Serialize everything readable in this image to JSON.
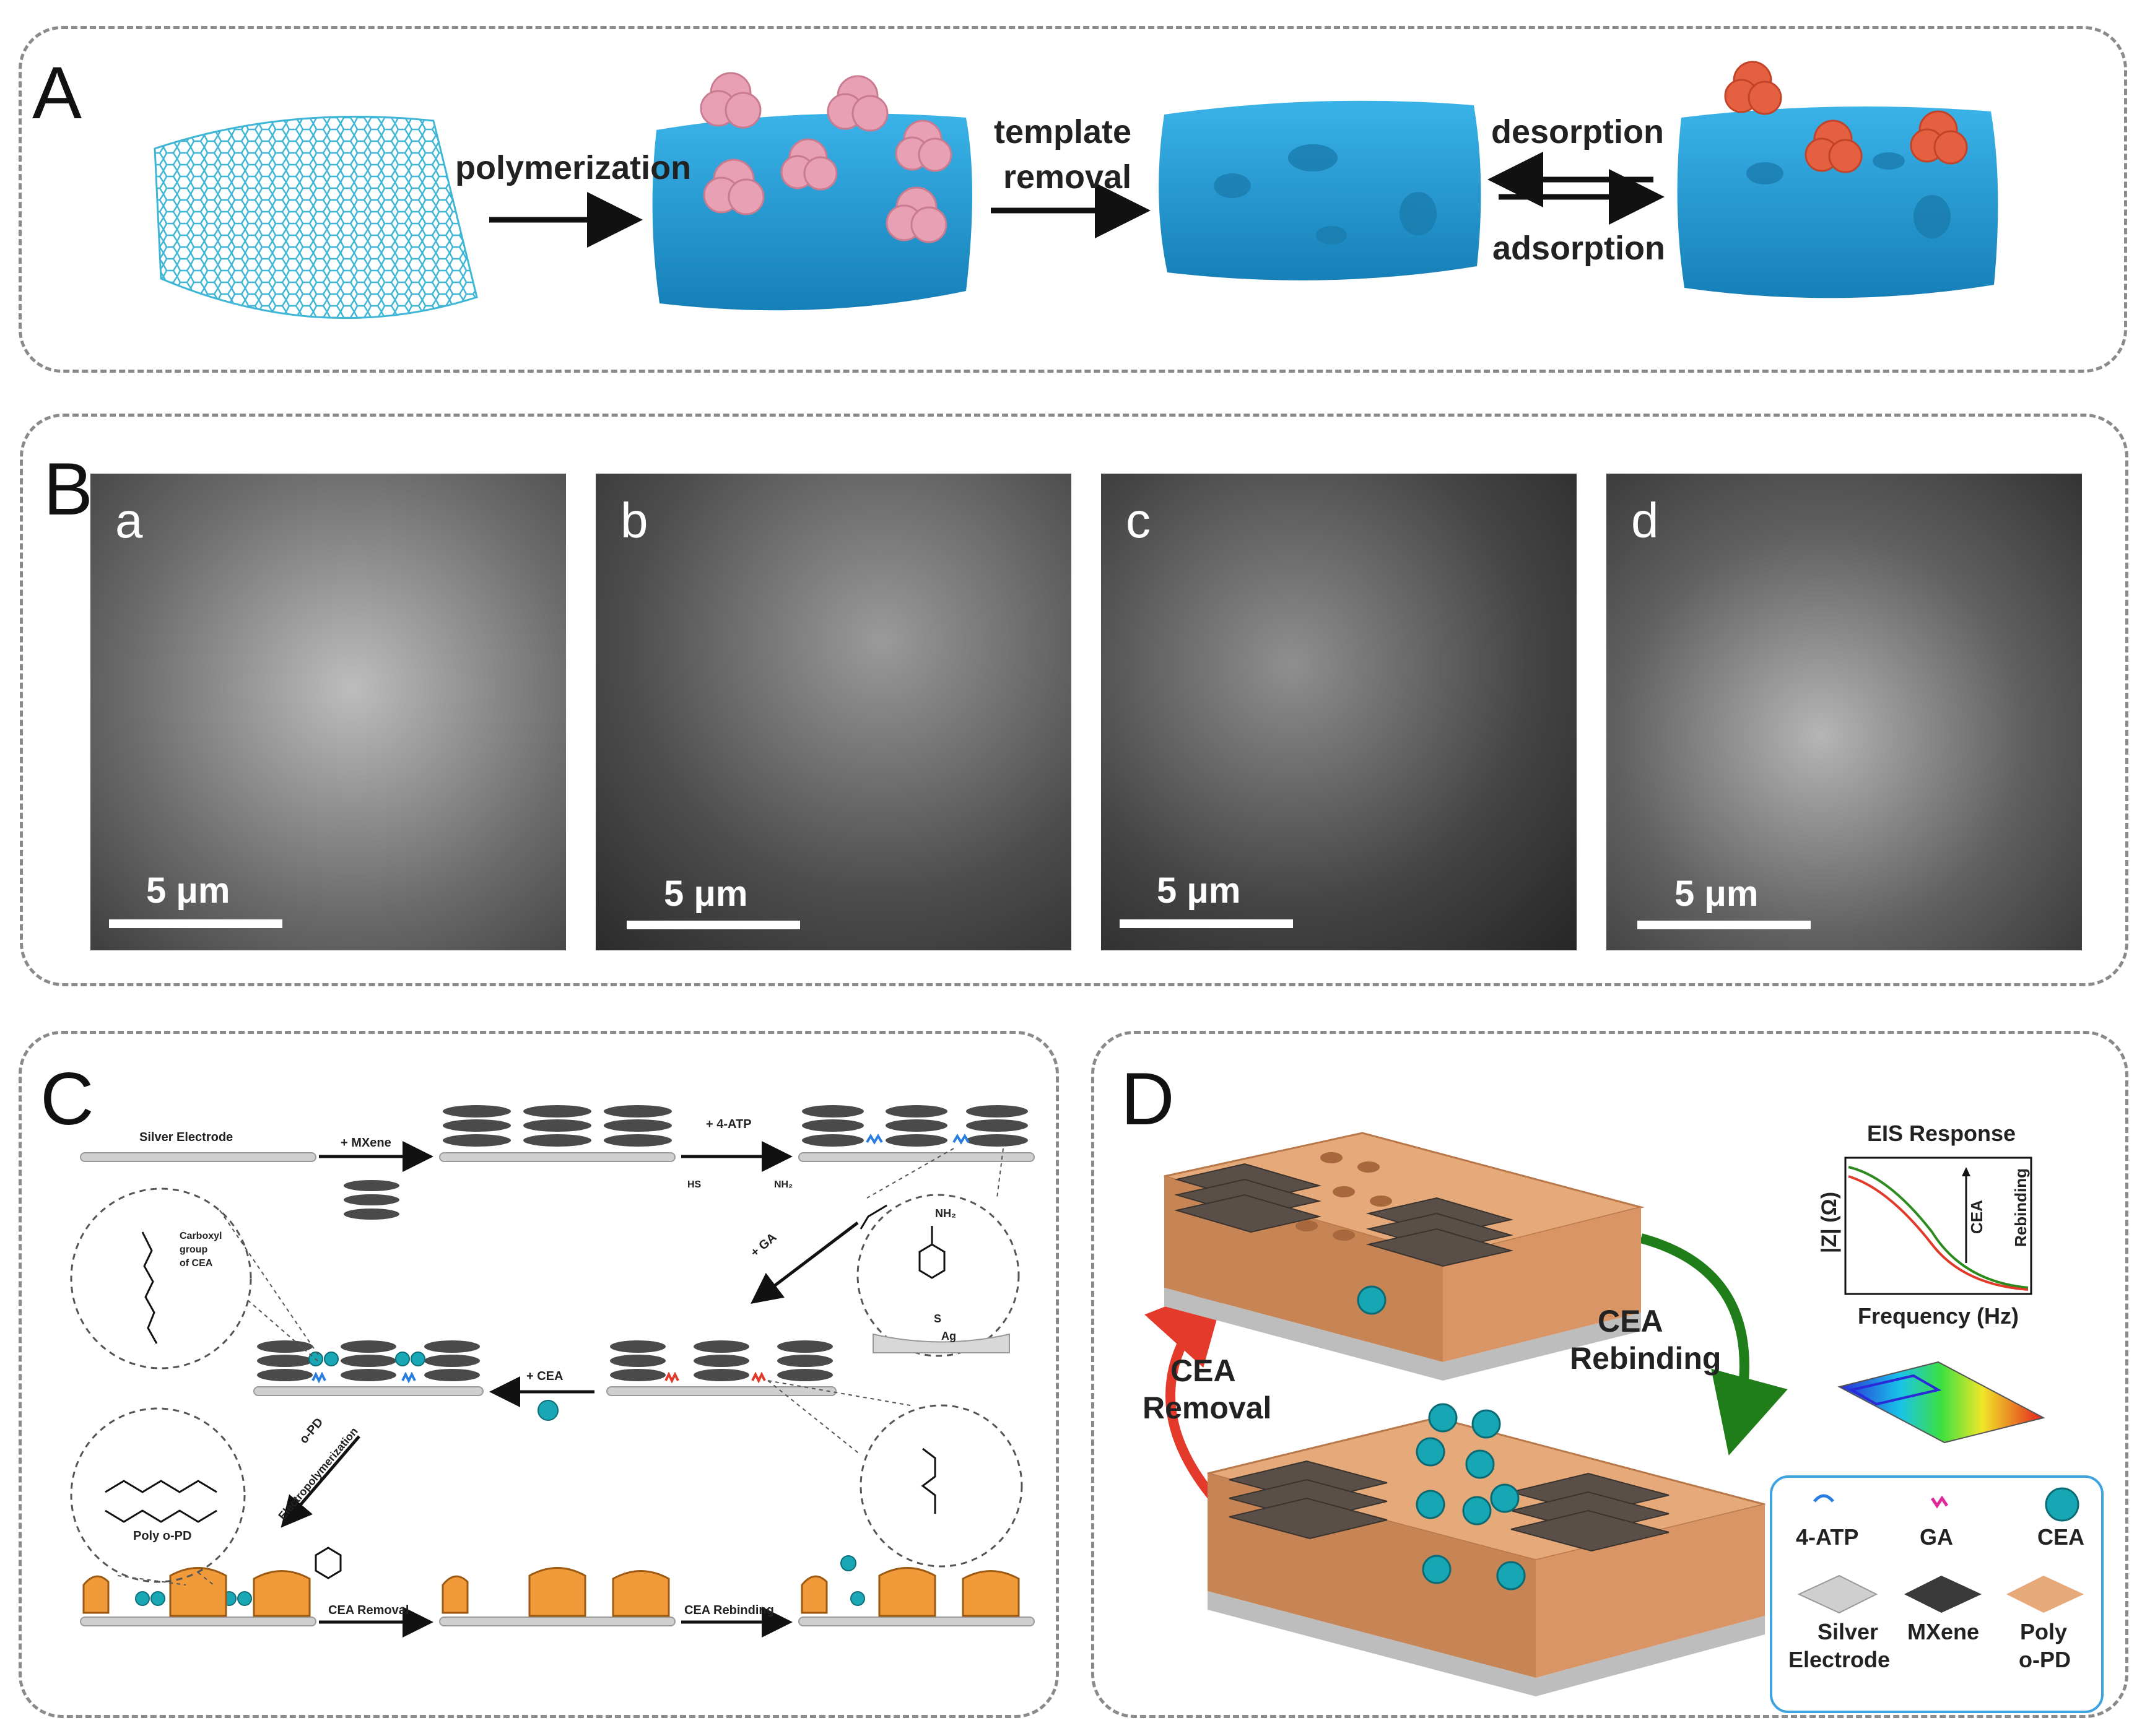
{
  "panels": {
    "A": {
      "label": "A",
      "steps": {
        "polymerization": "polymerization",
        "template_line1": "template",
        "template_line2": "removal",
        "desorption": "desorption",
        "adsorption": "adsorption"
      }
    },
    "B": {
      "label": "B",
      "images": [
        {
          "letter": "a",
          "scale": "5 μm"
        },
        {
          "letter": "b",
          "scale": "5 μm"
        },
        {
          "letter": "c",
          "scale": "5 μm"
        },
        {
          "letter": "d",
          "scale": "5 μm"
        }
      ]
    },
    "C": {
      "label": "C",
      "texts": {
        "silver_electrode": "Silver Electrode",
        "mxene": "+ MXene",
        "atp": "+ 4-ATP",
        "hs": "HS",
        "nh2": "NH₂",
        "ga": "+ GA",
        "cea": "+ CEA",
        "carboxyl": "Carboxyl",
        "group": "group",
        "of_cea": "of CEA",
        "ag": "Ag",
        "s": "S",
        "o_pd": "o-PD",
        "electropolymerization": "Electropolymerization",
        "poly_opd": "Poly o-PD",
        "cea_removal": "CEA Removal",
        "cea_rebinding": "CEA Rebinding"
      }
    },
    "D": {
      "label": "D",
      "texts": {
        "eis_title": "EIS Response",
        "y_axis": "|Z| (Ω)",
        "x_axis": "Frequency (Hz)",
        "arrow_label_1": "CEA",
        "arrow_label_2": "Rebinding",
        "cea_rebinding_1": "CEA",
        "cea_rebinding_2": "Rebinding",
        "cea_removal_1": "CEA",
        "cea_removal_2": "Removal"
      },
      "legend": [
        {
          "label": "4-ATP"
        },
        {
          "label": "GA"
        },
        {
          "label": "CEA"
        },
        {
          "label": "Silver",
          "label2": "Electrode"
        },
        {
          "label": "MXene"
        },
        {
          "label": "Poly",
          "label2": "o-PD"
        }
      ]
    }
  },
  "colors": {
    "blue_film": "#1f9ad6",
    "graphene": "#3fb6d6",
    "template_pink": "#e8a0b4",
    "template_red": "#e56040",
    "polymer_orange": "#e6a97a",
    "mxene_dark": "#5a4f48",
    "cea_teal": "#17a6b3",
    "curve_green": "#2c8a1f",
    "curve_red": "#e23a2a",
    "arrow_green": "#1f7d1a",
    "arrow_red": "#e33a2c"
  }
}
